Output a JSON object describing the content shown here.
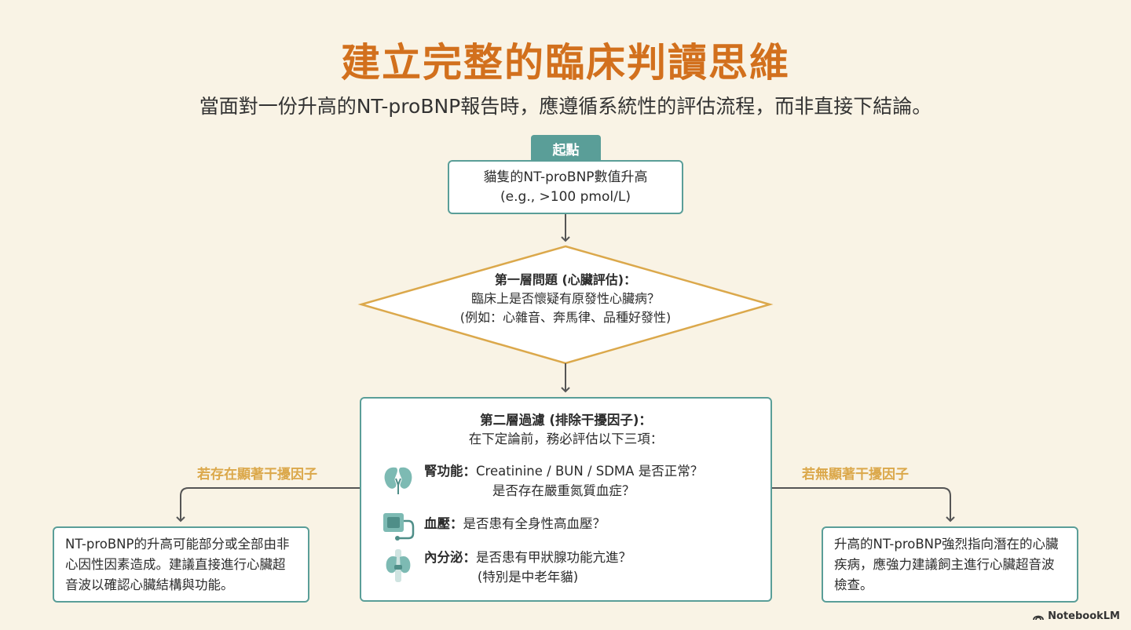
{
  "title": "建立完整的臨床判讀思維",
  "subtitle": "當面對一份升高的NT-proBNP報告時，應遵循系統性的評估流程，而非直接下結論。",
  "start": {
    "tag": "起點",
    "line1": "貓隻的NT-proBNP數值升高",
    "line2": "(e.g., >100 pmol/L)"
  },
  "question": {
    "line1": "第一層問題 (心臟評估)：",
    "line2": "臨床上是否懷疑有原發性心臟病？",
    "line3": "(例如：心雜音、奔馬律、品種好發性)"
  },
  "filter": {
    "head1": "第二層過濾 (排除干擾因子)：",
    "head2": "在下定論前，務必評估以下三項：",
    "items": [
      {
        "icon": "kidney-icon",
        "key": "腎功能：",
        "line1": "Creatinine / BUN / SDMA 是否正常？",
        "line2": "是否存在嚴重氮質血症？"
      },
      {
        "icon": "blood-pressure-icon",
        "key": "血壓：",
        "line1": "是否患有全身性高血壓？",
        "line2": ""
      },
      {
        "icon": "thyroid-icon",
        "key": "內分泌：",
        "line1": "是否患有甲狀腺功能亢進？",
        "line2": "(特別是中老年貓)"
      }
    ]
  },
  "branches": {
    "left_label": "若存在顯著干擾因子",
    "right_label": "若無顯著干擾因子",
    "left_text": "NT-proBNP的升高可能部分或全部由非心因性因素造成。建議直接進行心臟超音波以確認心臟結構與功能。",
    "right_text": "升高的NT-proBNP強烈指向潛在的心臟疾病，應強力建議飼主進行心臟超音波檢查。"
  },
  "brand": "NotebookLM",
  "colors": {
    "title": "#d2701d",
    "teal": "#5a9e98",
    "gold": "#dba84b",
    "background": "#f9f3e5",
    "arrow": "#555555"
  }
}
